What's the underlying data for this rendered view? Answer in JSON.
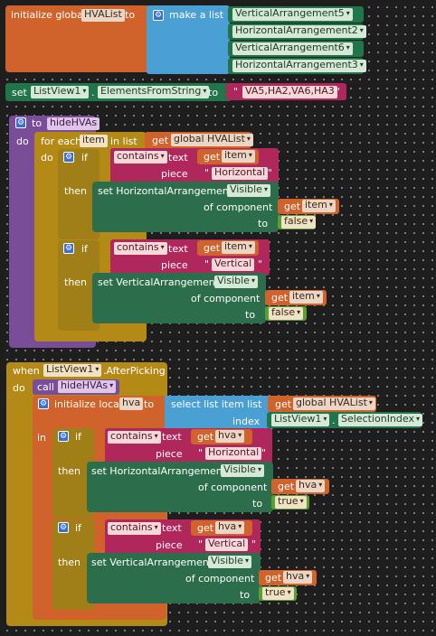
{
  "block1": {
    "initialize_global": "initialize global",
    "var_name": "HVAList",
    "to": "to",
    "make_a_list": "make a list",
    "items": [
      "VerticalArrangement5",
      "HorizontalArrangement2",
      "VerticalArrangement6",
      "HorizontalArrangement3"
    ]
  },
  "block2": {
    "set": "set",
    "component": "ListView1",
    "dot": ".",
    "property": "ElementsFromString",
    "to": "to",
    "value": "VA5,HA2,VA6,HA3"
  },
  "block3": {
    "to": "to",
    "proc_name": "hideHVAs",
    "do": "do",
    "for_each": "for each",
    "item": "item",
    "in_list": "in list",
    "get_global": "get",
    "global_var": "global HVAList",
    "inner_do": "do",
    "if1": {
      "if": "if",
      "contains": "contains",
      "text": "text",
      "get": "get",
      "get_var": "item",
      "piece": "piece",
      "piece_value": "Horizontal",
      "then": "then",
      "set_label": "set HorizontalArrangement.",
      "property": "Visible",
      "of_component": "of component",
      "get_comp": "get",
      "comp_var": "item",
      "to": "to",
      "value": "false"
    },
    "if2": {
      "if": "if",
      "contains": "contains",
      "text": "text",
      "get": "get",
      "get_var": "item",
      "piece": "piece",
      "piece_value": "Vertical",
      "then": "then",
      "set_label": "set VerticalArrangement.",
      "property": "Visible",
      "of_component": "of component",
      "get_comp": "get",
      "comp_var": "item",
      "to": "to",
      "value": "false"
    }
  },
  "block4": {
    "when": "when",
    "component": "ListView1",
    "event": ".AfterPicking",
    "do": "do",
    "call": "call",
    "call_name": "hideHVAs",
    "init_local": "initialize local",
    "local_var": "hva",
    "to": "to",
    "select_list_item": "select list item  list",
    "get": "get",
    "global_var": "global HVAList",
    "index": "index",
    "index_comp": "ListView1",
    "dot": ".",
    "index_prop": "SelectionIndex",
    "in": "in",
    "if1": {
      "if": "if",
      "contains": "contains",
      "text": "text",
      "get": "get",
      "get_var": "hva",
      "piece": "piece",
      "piece_value": "Horizontal",
      "then": "then",
      "set_label": "set HorizontalArrangement.",
      "property": "Visible",
      "of_component": "of component",
      "get_comp": "get",
      "comp_var": "hva",
      "to": "to",
      "value": "true"
    },
    "if2": {
      "if": "if",
      "contains": "contains",
      "text": "text",
      "get": "get",
      "get_var": "hva",
      "piece": "piece",
      "piece_value": "Vertical",
      "then": "then",
      "set_label": "set VerticalArrangement.",
      "property": "Visible",
      "of_component": "of component",
      "get_comp": "get",
      "comp_var": "hva",
      "to": "to",
      "value": "true"
    }
  },
  "icons": {
    "gear": "⚙",
    "dropdown": "▾",
    "quote": "\""
  }
}
